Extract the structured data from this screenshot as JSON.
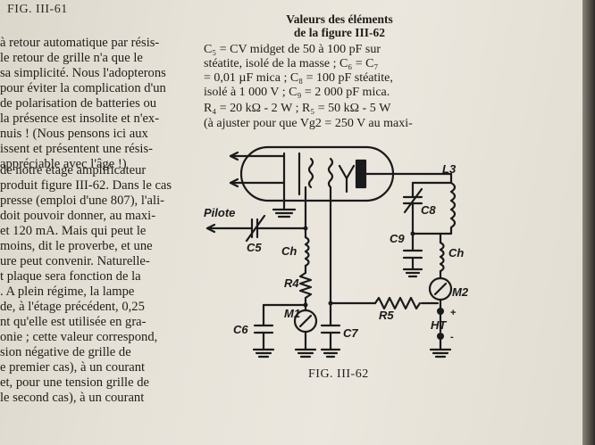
{
  "header": {
    "fig_ref": "FIG. III-61"
  },
  "left_column": [
    "à retour automatique par résis-",
    "le retour de grille n'a que le",
    "sa simplicité. Nous l'adopterons",
    "pour éviter la complication d'un",
    "de polarisation de batteries ou",
    "la présence est insolite et n'ex-",
    "nuis ! (Nous pensons ici aux",
    "issent et présentent une résis-",
    "appréciable avec l'âge !)",
    "de notre étage amplificateur",
    "produit figure III-62. Dans le cas",
    "presse (emploi d'une 807), l'ali-",
    "doit pouvoir donner, au maxi-",
    "et 120 mA. Mais qui peut le",
    "moins, dit le proverbe, et une",
    "ure peut convenir. Naturelle-",
    "t plaque sera fonction de la",
    ". A plein régime, la lampe",
    "de, à l'étage précédent, 0,25",
    "nt qu'elle est utilisée en gra-",
    "onie ; cette valeur correspond,",
    "sion négative de grille de",
    "e premier cas), à un courant",
    "et, pour une tension grille de",
    "le second cas), à un courant"
  ],
  "right_column": {
    "title_line1": "Valeurs des éléments",
    "title_line2": "de la figure III-62",
    "lines": [
      "C₅ = CV midget de 50 à 100 pF sur",
      "stéatite, isolé de la masse ; C₆ = C₇",
      "= 0,01 µF mica ; C₈ = 100 pF stéatite,",
      "isolé à 1 000 V ; C₉ = 2 000 pF mica.",
      "R₄ = 20 kΩ - 2 W ; R₅ = 50 kΩ - 5 W",
      "(à ajuster pour que Vg2 = 250 V au maxi-"
    ]
  },
  "schematic_labels": {
    "pilote": "Pilote",
    "c5": "C5",
    "ch_left": "Ch",
    "r4": "R4",
    "m1": "M1",
    "c6": "C6",
    "c7": "C7",
    "r5": "R5",
    "l3": "L3",
    "c8": "C8",
    "c9": "C9",
    "ch_right": "Ch",
    "m2": "M2",
    "plus": "+",
    "ht": "HT",
    "minus": "-"
  },
  "caption": "FIG. III-62"
}
